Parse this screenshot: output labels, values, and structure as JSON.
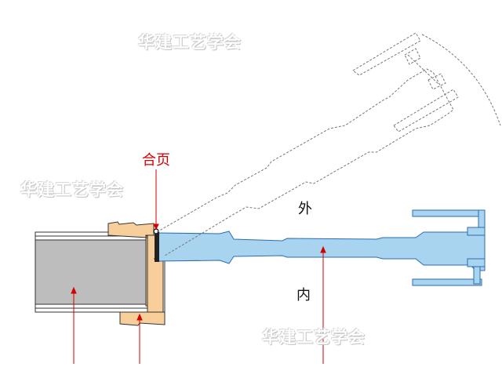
{
  "watermark": "华建工艺学会",
  "labels": {
    "hinge": "合页",
    "outside": "外",
    "inside": "内"
  },
  "colors": {
    "leaf_fill": "#a8d4ef",
    "leaf_stroke": "#2c6db3",
    "frame_fill": "#f8cf9a",
    "wall_fill": "#bdbdbd",
    "leader": "#d40000",
    "outline": "#333333",
    "dashed": "#777777"
  }
}
